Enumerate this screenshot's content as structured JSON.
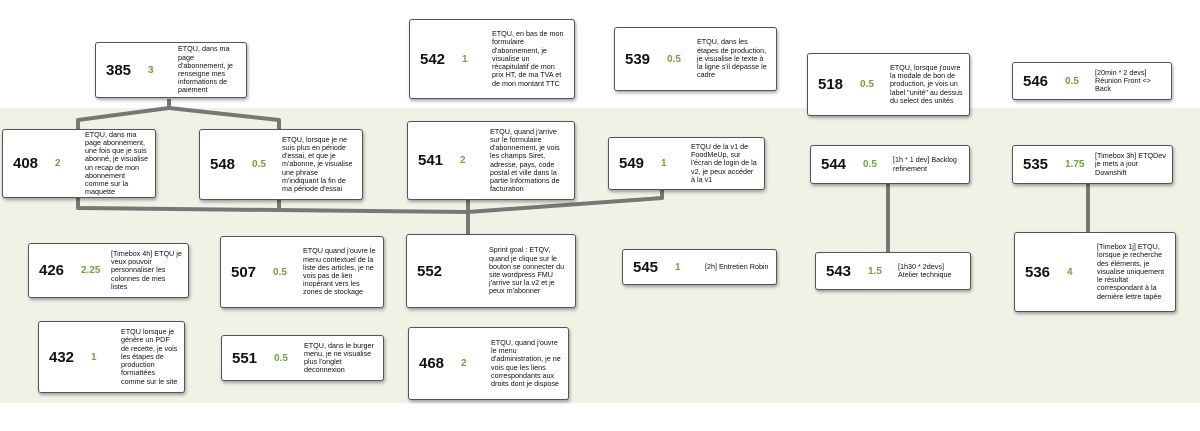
{
  "colors": {
    "card_border": "#555555",
    "points": "#6ea33e",
    "band": "#eef3e6",
    "connector": "#777777"
  },
  "cards": [
    {
      "id": "385",
      "points": "3",
      "text": "ETQU, dans ma page d'abonnement, je renseigne mes informations de paiement"
    },
    {
      "id": "542",
      "points": "1",
      "text": "ETQU, en bas de mon formulaire d'abonnement, je visualise un récapitulatif de mon prix HT, de ma TVA et de mon montant TTC"
    },
    {
      "id": "539",
      "points": "0.5",
      "text": "ETQU, dans les étapes de production, je visualise le texte à la ligne s'il dépasse le cadre"
    },
    {
      "id": "518",
      "points": "0.5",
      "text": "ETQU, lorsque j'ouvre la modale de bon de production, je vois un label \"unité\" au dessus du select des unités"
    },
    {
      "id": "546",
      "points": "0.5",
      "text": "[20min * 2 devs] Réunion Front <> Back"
    },
    {
      "id": "408",
      "points": "2",
      "text": "ETQU, dans ma page abonnement, une fois que je suis abonné, je visualise un recap de mon abonnement comme sur la maquette"
    },
    {
      "id": "548",
      "points": "0.5",
      "text": "ETQU, lorsque je ne suis plus en période d'essai, et que je m'abonne, je visualise une phrase m'indiquant la fin de ma période d'essai"
    },
    {
      "id": "541",
      "points": "2",
      "text": "ETQU, quand j'arrive sur le formulaire d'abonnement, je vois les champs Siret, adresse, pays, code postal et ville dans la partie Informations de facturation"
    },
    {
      "id": "549",
      "points": "1",
      "text": "ETQU de la v1 de FoodMeUp, sur l'écran de login de la v2, je peux accéder à la v1"
    },
    {
      "id": "544",
      "points": "0.5",
      "text": "[1h * 1 dev] Backlog refinement"
    },
    {
      "id": "535",
      "points": "1.75",
      "text": "[Timebox 3h] ETQDev je mets a jour Downshift"
    },
    {
      "id": "426",
      "points": "2.25",
      "text": "[Timebox 4h] ETQU je veux pouvoir personnaliser les colonnes de mes listes"
    },
    {
      "id": "507",
      "points": "0.5",
      "text": "ETQU quand j'ouvre le menu contextuel de la liste des articles, je ne vois pas de lien inopérant vers les zones de stockage"
    },
    {
      "id": "552",
      "points": "",
      "text": "Sprint goal : ETQV, quand je clique sur le bouton se connecter du site wordpress FMU j'arrive sur la v2 et je peux m'abonner"
    },
    {
      "id": "545",
      "points": "1",
      "text": "[2h] Entretien Robin"
    },
    {
      "id": "543",
      "points": "1.5",
      "text": "[1h30 * 2devs] Atelier technique"
    },
    {
      "id": "536",
      "points": "4",
      "text": "[Timebox 1j] ETQU, lorsque je recherche des éléments, je visualise uniquement le résultat correspondant à la dernière lettre tapée"
    },
    {
      "id": "432",
      "points": "1",
      "text": "ETQU lorsque je génère un PDF de recette, je vois les étapes de production formattées comme sur le site"
    },
    {
      "id": "551",
      "points": "0.5",
      "text": "ETQU, dans le burger menu, je ne visualise plus l'onglet deconnexion"
    },
    {
      "id": "468",
      "points": "2",
      "text": "ETQU, quand j'ouvre le menu d'administration, je ne vois que les liens correspondants aux droits dont je dispose"
    }
  ]
}
